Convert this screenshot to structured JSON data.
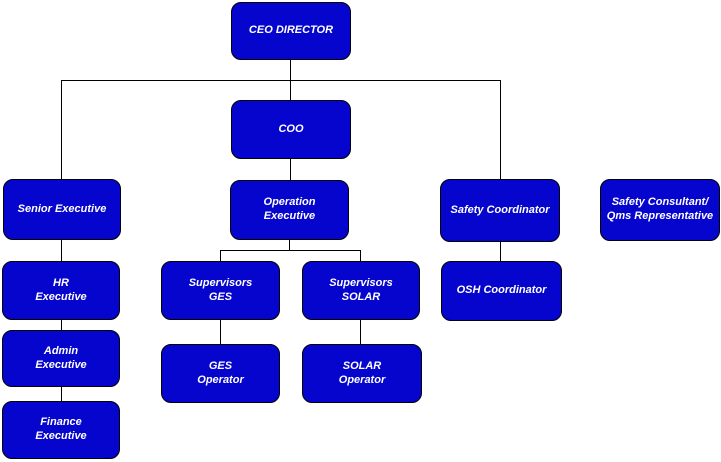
{
  "org": {
    "colors": {
      "box_fill": "#0505CD",
      "box_border": "#000000",
      "label_color": "#FFFFFF",
      "connector_color": "#000000",
      "background": "#FFFFFF"
    },
    "nodes": [
      {
        "id": "ceo-director",
        "label": "CEO DIRECTOR"
      },
      {
        "id": "coo",
        "label": "COO"
      },
      {
        "id": "senior-executive",
        "label": "Senior Executive"
      },
      {
        "id": "operation-executive",
        "label": "Operation\nExecutive"
      },
      {
        "id": "safety-coordinator",
        "label": "Safety Coordinator"
      },
      {
        "id": "safety-consultant",
        "label": "Safety Consultant/\nQms Representative"
      },
      {
        "id": "hr-executive",
        "label": "HR\nExecutive"
      },
      {
        "id": "supervisors-ges",
        "label": "Supervisors\nGES"
      },
      {
        "id": "supervisors-solar",
        "label": "Supervisors\nSOLAR"
      },
      {
        "id": "osh-coordinator",
        "label": "OSH Coordinator"
      },
      {
        "id": "admin-executive",
        "label": "Admin\nExecutive"
      },
      {
        "id": "ges-operator",
        "label": "GES\nOperator"
      },
      {
        "id": "solar-operator",
        "label": "SOLAR\nOperator"
      },
      {
        "id": "finance-executive",
        "label": "Finance\nExecutive"
      }
    ],
    "edges": [
      {
        "from": "ceo-director",
        "to": "senior-executive"
      },
      {
        "from": "ceo-director",
        "to": "coo"
      },
      {
        "from": "ceo-director",
        "to": "safety-coordinator"
      },
      {
        "from": "coo",
        "to": "operation-executive"
      },
      {
        "from": "operation-executive",
        "to": "supervisors-ges"
      },
      {
        "from": "operation-executive",
        "to": "supervisors-solar"
      },
      {
        "from": "supervisors-ges",
        "to": "ges-operator"
      },
      {
        "from": "supervisors-solar",
        "to": "solar-operator"
      },
      {
        "from": "safety-coordinator",
        "to": "osh-coordinator"
      },
      {
        "from": "senior-executive",
        "to": "hr-executive"
      },
      {
        "from": "hr-executive",
        "to": "admin-executive"
      },
      {
        "from": "admin-executive",
        "to": "finance-executive"
      }
    ]
  }
}
